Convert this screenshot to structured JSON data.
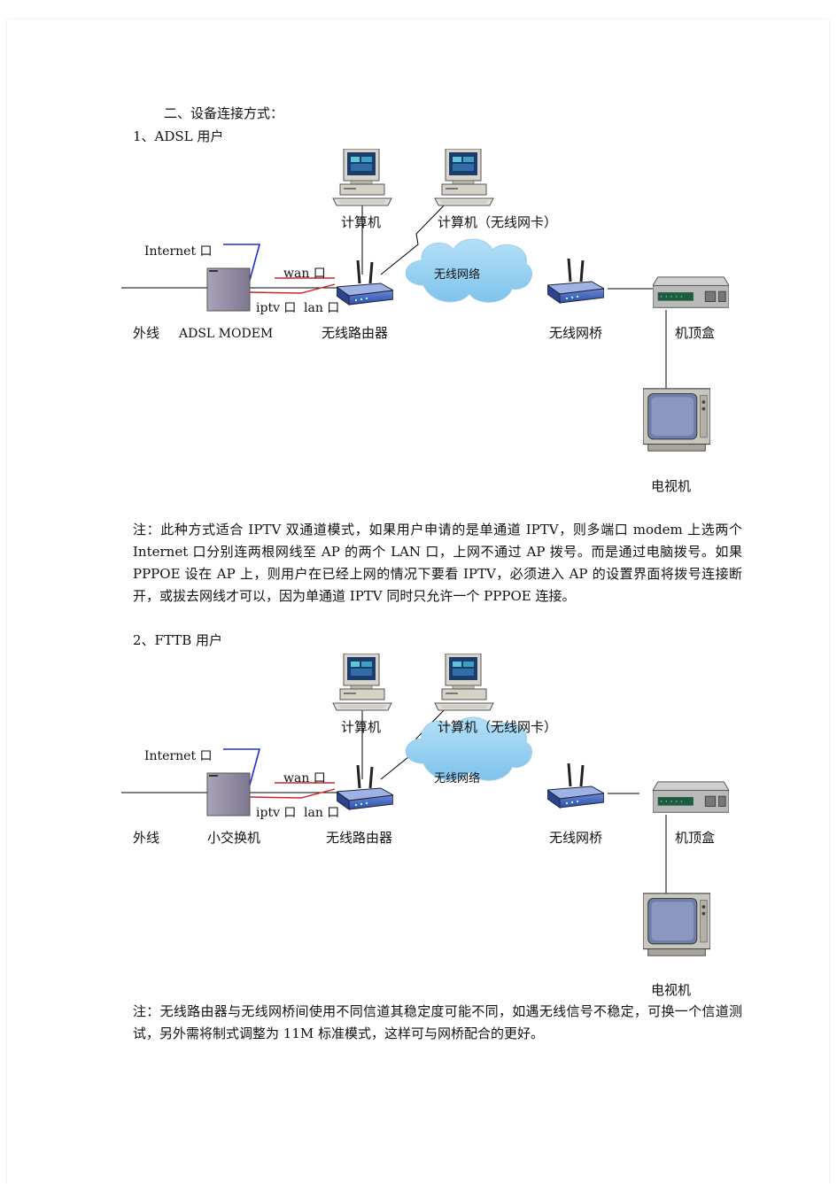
{
  "section_title": "二、设备连接方式：",
  "diagrams": [
    {
      "heading": "1、ADSL 用户",
      "labels": {
        "computer1": "计算机",
        "computer2": "计算机（无线网卡）",
        "internet_port": "Internet 口",
        "wan_port": "wan 口",
        "cloud": "无线网络",
        "iptv_port": "iptv 口",
        "lan_port": "lan 口",
        "external_line": "外线",
        "modem": "ADSL  MODEM",
        "router": "无线路由器",
        "bridge": "无线网桥",
        "stb": "机顶盒",
        "tv": "电视机"
      }
    },
    {
      "heading": "2、FTTB 用户",
      "labels": {
        "computer1": "计算机",
        "computer2": "计算机（无线网卡）",
        "internet_port": "Internet 口",
        "wan_port": "wan 口",
        "cloud": "无线网络",
        "iptv_port": "iptv 口",
        "lan_port": "lan 口",
        "external_line": "外线",
        "modem": "小交换机",
        "router": "无线路由器",
        "bridge": "无线网桥",
        "stb": "机顶盒",
        "tv": "电视机"
      }
    }
  ],
  "notes": [
    "注：此种方式适合 IPTV 双通道模式，如果用户申请的是单通道 IPTV，则多端口 modem 上选两个 Internet 口分别连两根网线至 AP 的两个 LAN 口，上网不通过 AP 拨号。而是通过电脑拨号。如果 PPPOE 设在 AP 上，则用户在已经上网的情况下要看 IPTV，必须进入 AP 的设置界面将拨号连接断开，或拔去网线才可以，因为单通道 IPTV 同时只允许一个 PPPOE 连接。",
    "注：无线路由器与无线网桥间使用不同信道其稳定度可能不同，如遇无线信号不稳定，可换一个信道测试，另外需将制式调整为 11M 标准模式，这样可与网桥配合的更好。"
  ]
}
